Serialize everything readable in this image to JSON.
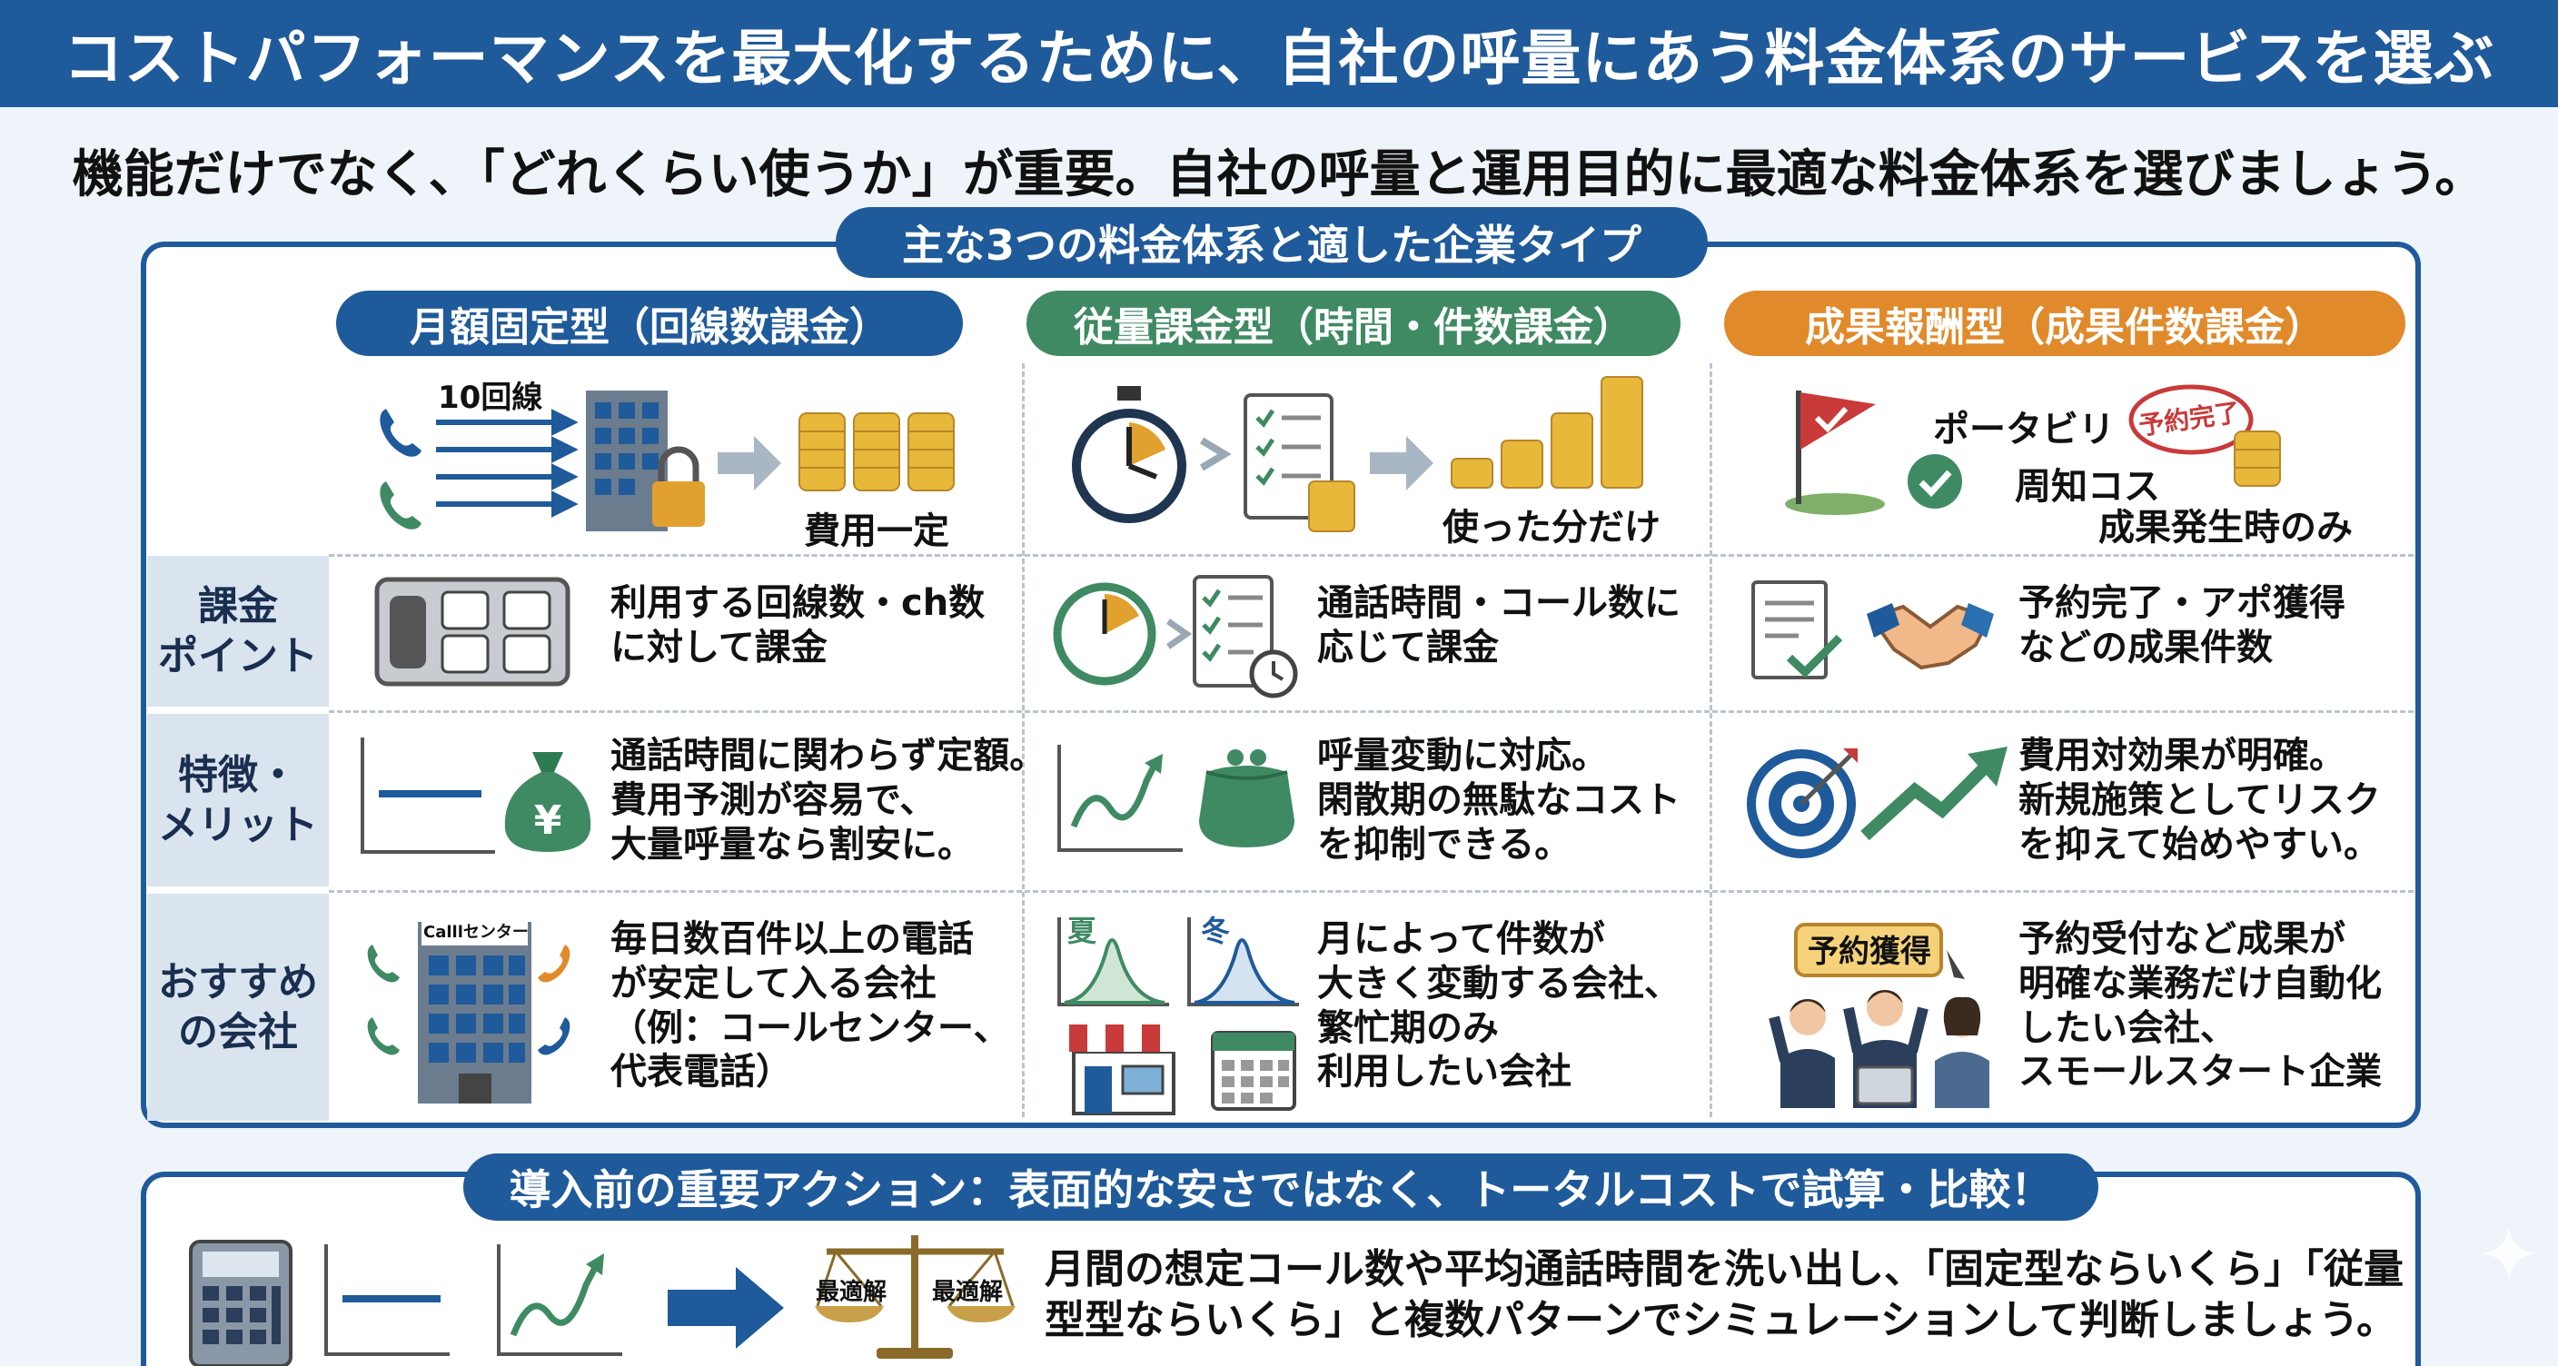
{
  "title": "コストパフォーマンスを最大化するために、自社の呼量にあう料金体系のサービスを選ぶ",
  "subtitle": "機能だけでなく、「どれくらい使うか」が重要。自社の呼量と運用目的に最適な料金体系を選びましょう。",
  "panel_heading": "主な3つの料金体系と適した企業タイプ",
  "colors": {
    "blue": "#1f5a9a",
    "green": "#3f8a63",
    "orange": "#e08a2c",
    "label_bg": "#d9e4ef"
  },
  "columns": [
    {
      "name": "月額固定型（回線数課金）",
      "header_icons": {
        "lines_label": "10回線",
        "caption": "費用一定"
      },
      "billing_point": [
        "利用する回線数・ch数",
        "に対して課金"
      ],
      "features": [
        "通話時間に関わらず定額。",
        "費用予測が容易で、",
        "大量呼量なら割安に。"
      ],
      "recommended": [
        "毎日数百件以上の電話",
        "が安定して入る会社",
        "（例：コールセンター、",
        "代表電話）"
      ],
      "building_sign": "Calllセンター",
      "yen_symbol": "¥"
    },
    {
      "name": "従量課金型（時間・件数課金）",
      "header_icons": {
        "caption": "使った分だけ"
      },
      "billing_point": [
        "通話時間・コール数に",
        "応じて課金"
      ],
      "features": [
        "呼量変動に対応。",
        "閑散期の無駄なコスト",
        "を抑制できる。"
      ],
      "recommended": [
        "月によって件数が",
        "大きく変動する会社、",
        "繁忙期のみ",
        "利用したい会社"
      ],
      "season_labels": [
        "夏",
        "冬"
      ]
    },
    {
      "name": "成果報酬型（成果件数課金）",
      "header_icons": {
        "line1": "ポータビリ",
        "line2": "周知コス",
        "line3": "成果発生時のみ",
        "stamp": "予約完了"
      },
      "billing_point": [
        "予約完了・アポ獲得",
        "などの成果件数"
      ],
      "features": [
        "費用対効果が明確。",
        "新規施策としてリスク",
        "を抑えて始めやすい。"
      ],
      "recommended": [
        "予約受付など成果が",
        "明確な業務だけ自動化",
        "したい会社、",
        "スモールスタート企業"
      ],
      "sign_label": "予約獲得"
    }
  ],
  "row_labels": [
    [
      "課金",
      "ポイント"
    ],
    [
      "特徴・",
      "メリット"
    ],
    [
      "おすすめ",
      "の会社"
    ]
  ],
  "bottom_heading": "導入前の重要アクション：表面的な安さではなく、トータルコストで試算・比較！",
  "bottom_text": [
    "月間の想定コール数や平均通話時間を洗い出し、「固定型ならいくら」「従量",
    "型型ならいくら」と複数パターンでシミュレーションして判断しましょう。"
  ],
  "scale_labels": [
    "最適解",
    "最適解"
  ]
}
